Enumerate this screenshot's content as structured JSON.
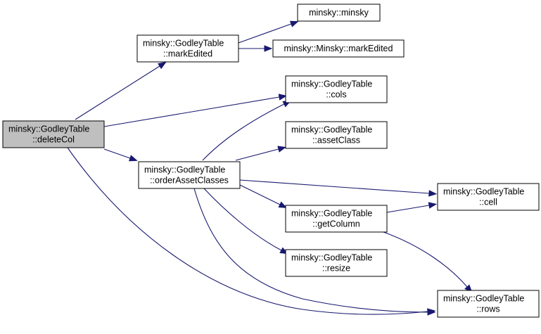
{
  "graph": {
    "nodes": [
      {
        "id": "deleteCol",
        "lines": [
          "minsky::GodleyTable",
          "::deleteCol"
        ],
        "root": true
      },
      {
        "id": "markEdited",
        "lines": [
          "minsky::GodleyTable",
          "::markEdited"
        ]
      },
      {
        "id": "minsky",
        "lines": [
          "minsky::minsky"
        ]
      },
      {
        "id": "minskyMarkEdited",
        "lines": [
          "minsky::Minsky::markEdited"
        ]
      },
      {
        "id": "cols",
        "lines": [
          "minsky::GodleyTable",
          "::cols"
        ]
      },
      {
        "id": "orderAssetClasses",
        "lines": [
          "minsky::GodleyTable",
          "::orderAssetClasses"
        ]
      },
      {
        "id": "assetClass",
        "lines": [
          "minsky::GodleyTable",
          "::assetClass"
        ]
      },
      {
        "id": "getColumn",
        "lines": [
          "minsky::GodleyTable",
          "::getColumn"
        ]
      },
      {
        "id": "resize",
        "lines": [
          "minsky::GodleyTable",
          "::resize"
        ]
      },
      {
        "id": "cell",
        "lines": [
          "minsky::GodleyTable",
          "::cell"
        ]
      },
      {
        "id": "rows",
        "lines": [
          "minsky::GodleyTable",
          "::rows"
        ]
      }
    ],
    "edges": [
      {
        "from": "deleteCol",
        "to": "markEdited"
      },
      {
        "from": "deleteCol",
        "to": "cols"
      },
      {
        "from": "deleteCol",
        "to": "orderAssetClasses"
      },
      {
        "from": "deleteCol",
        "to": "rows"
      },
      {
        "from": "markEdited",
        "to": "minsky"
      },
      {
        "from": "markEdited",
        "to": "minskyMarkEdited"
      },
      {
        "from": "orderAssetClasses",
        "to": "cols"
      },
      {
        "from": "orderAssetClasses",
        "to": "assetClass"
      },
      {
        "from": "orderAssetClasses",
        "to": "cell"
      },
      {
        "from": "orderAssetClasses",
        "to": "getColumn"
      },
      {
        "from": "orderAssetClasses",
        "to": "resize"
      },
      {
        "from": "orderAssetClasses",
        "to": "rows"
      },
      {
        "from": "getColumn",
        "to": "cell"
      },
      {
        "from": "getColumn",
        "to": "rows"
      }
    ]
  }
}
